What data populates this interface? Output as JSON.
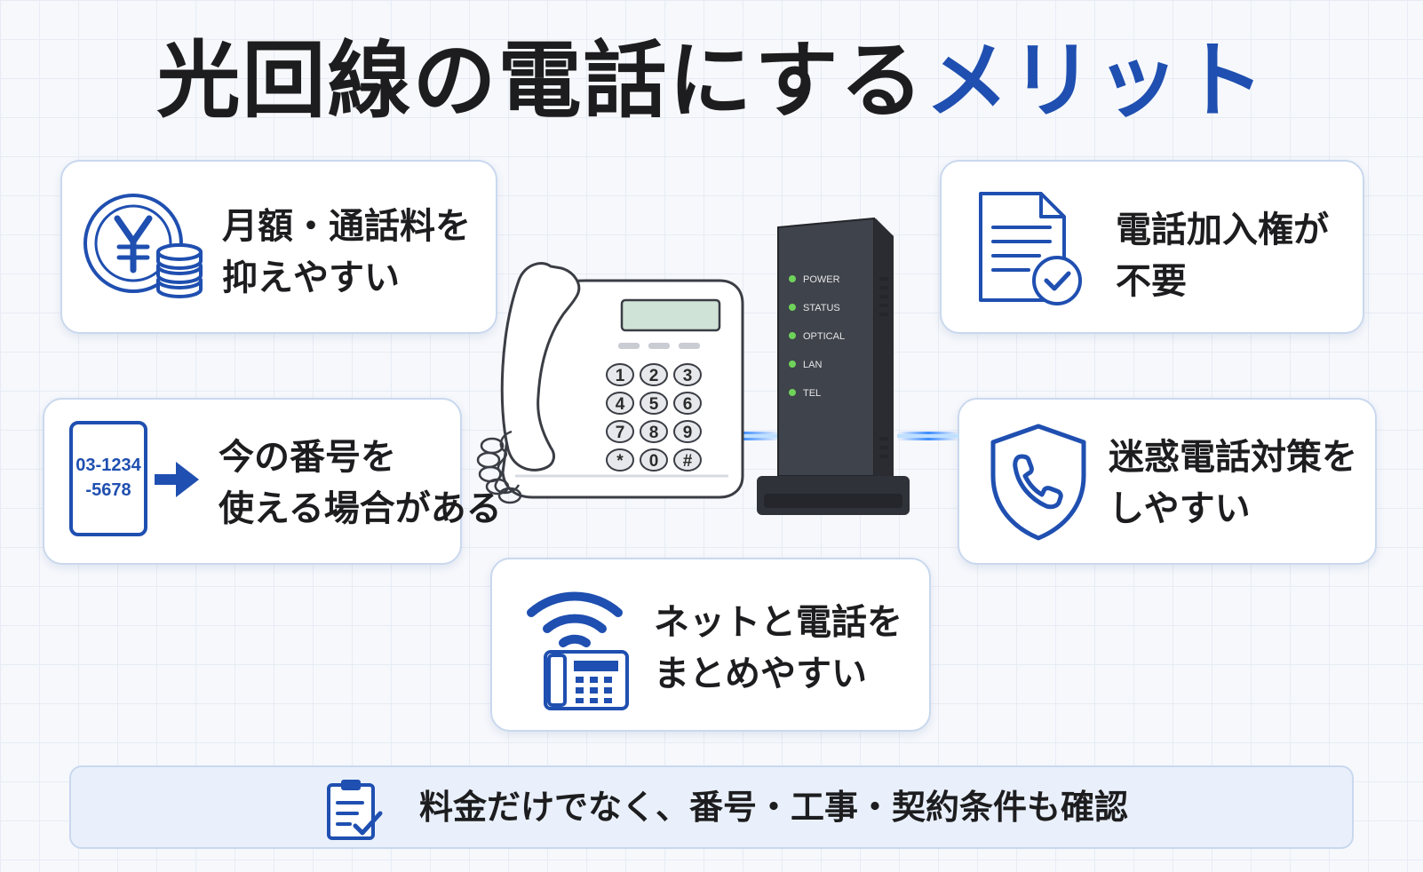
{
  "title": {
    "main": "光回線の電話にする",
    "accent": "メリット"
  },
  "cards": {
    "cost": {
      "line1": "月額・通話料を",
      "line2": "抑えやすい",
      "icon": "yen-coin-icon"
    },
    "license": {
      "line1": "電話加入権が",
      "line2": "不要",
      "icon": "document-check-icon"
    },
    "number": {
      "line1": "今の番号を",
      "line2": "使える場合がある",
      "icon": "phone-number-card-icon",
      "number_line1": "03-1234",
      "number_line2": "-5678"
    },
    "spam": {
      "line1": "迷惑電話対策を",
      "line2": "しやすい",
      "icon": "shield-phone-icon"
    },
    "bundle": {
      "line1": "ネットと電話を",
      "line2": "まとめやすい",
      "icon": "wifi-phone-icon"
    }
  },
  "footer": {
    "text": "料金だけでなく、番号・工事・契約条件も確認",
    "icon": "clipboard-check-icon"
  },
  "device": {
    "leds": [
      "POWER",
      "STATUS",
      "OPTICAL",
      "LAN",
      "TEL"
    ],
    "keys": [
      "1",
      "2",
      "3",
      "4",
      "5",
      "6",
      "7",
      "8",
      "9",
      "*",
      "0",
      "#"
    ]
  },
  "colors": {
    "accent": "#1f4fb0",
    "card_border": "#c9d8ee",
    "led": "#6fd35a",
    "router": "#3a3d44",
    "fiber_glow": "#3c8cff"
  }
}
